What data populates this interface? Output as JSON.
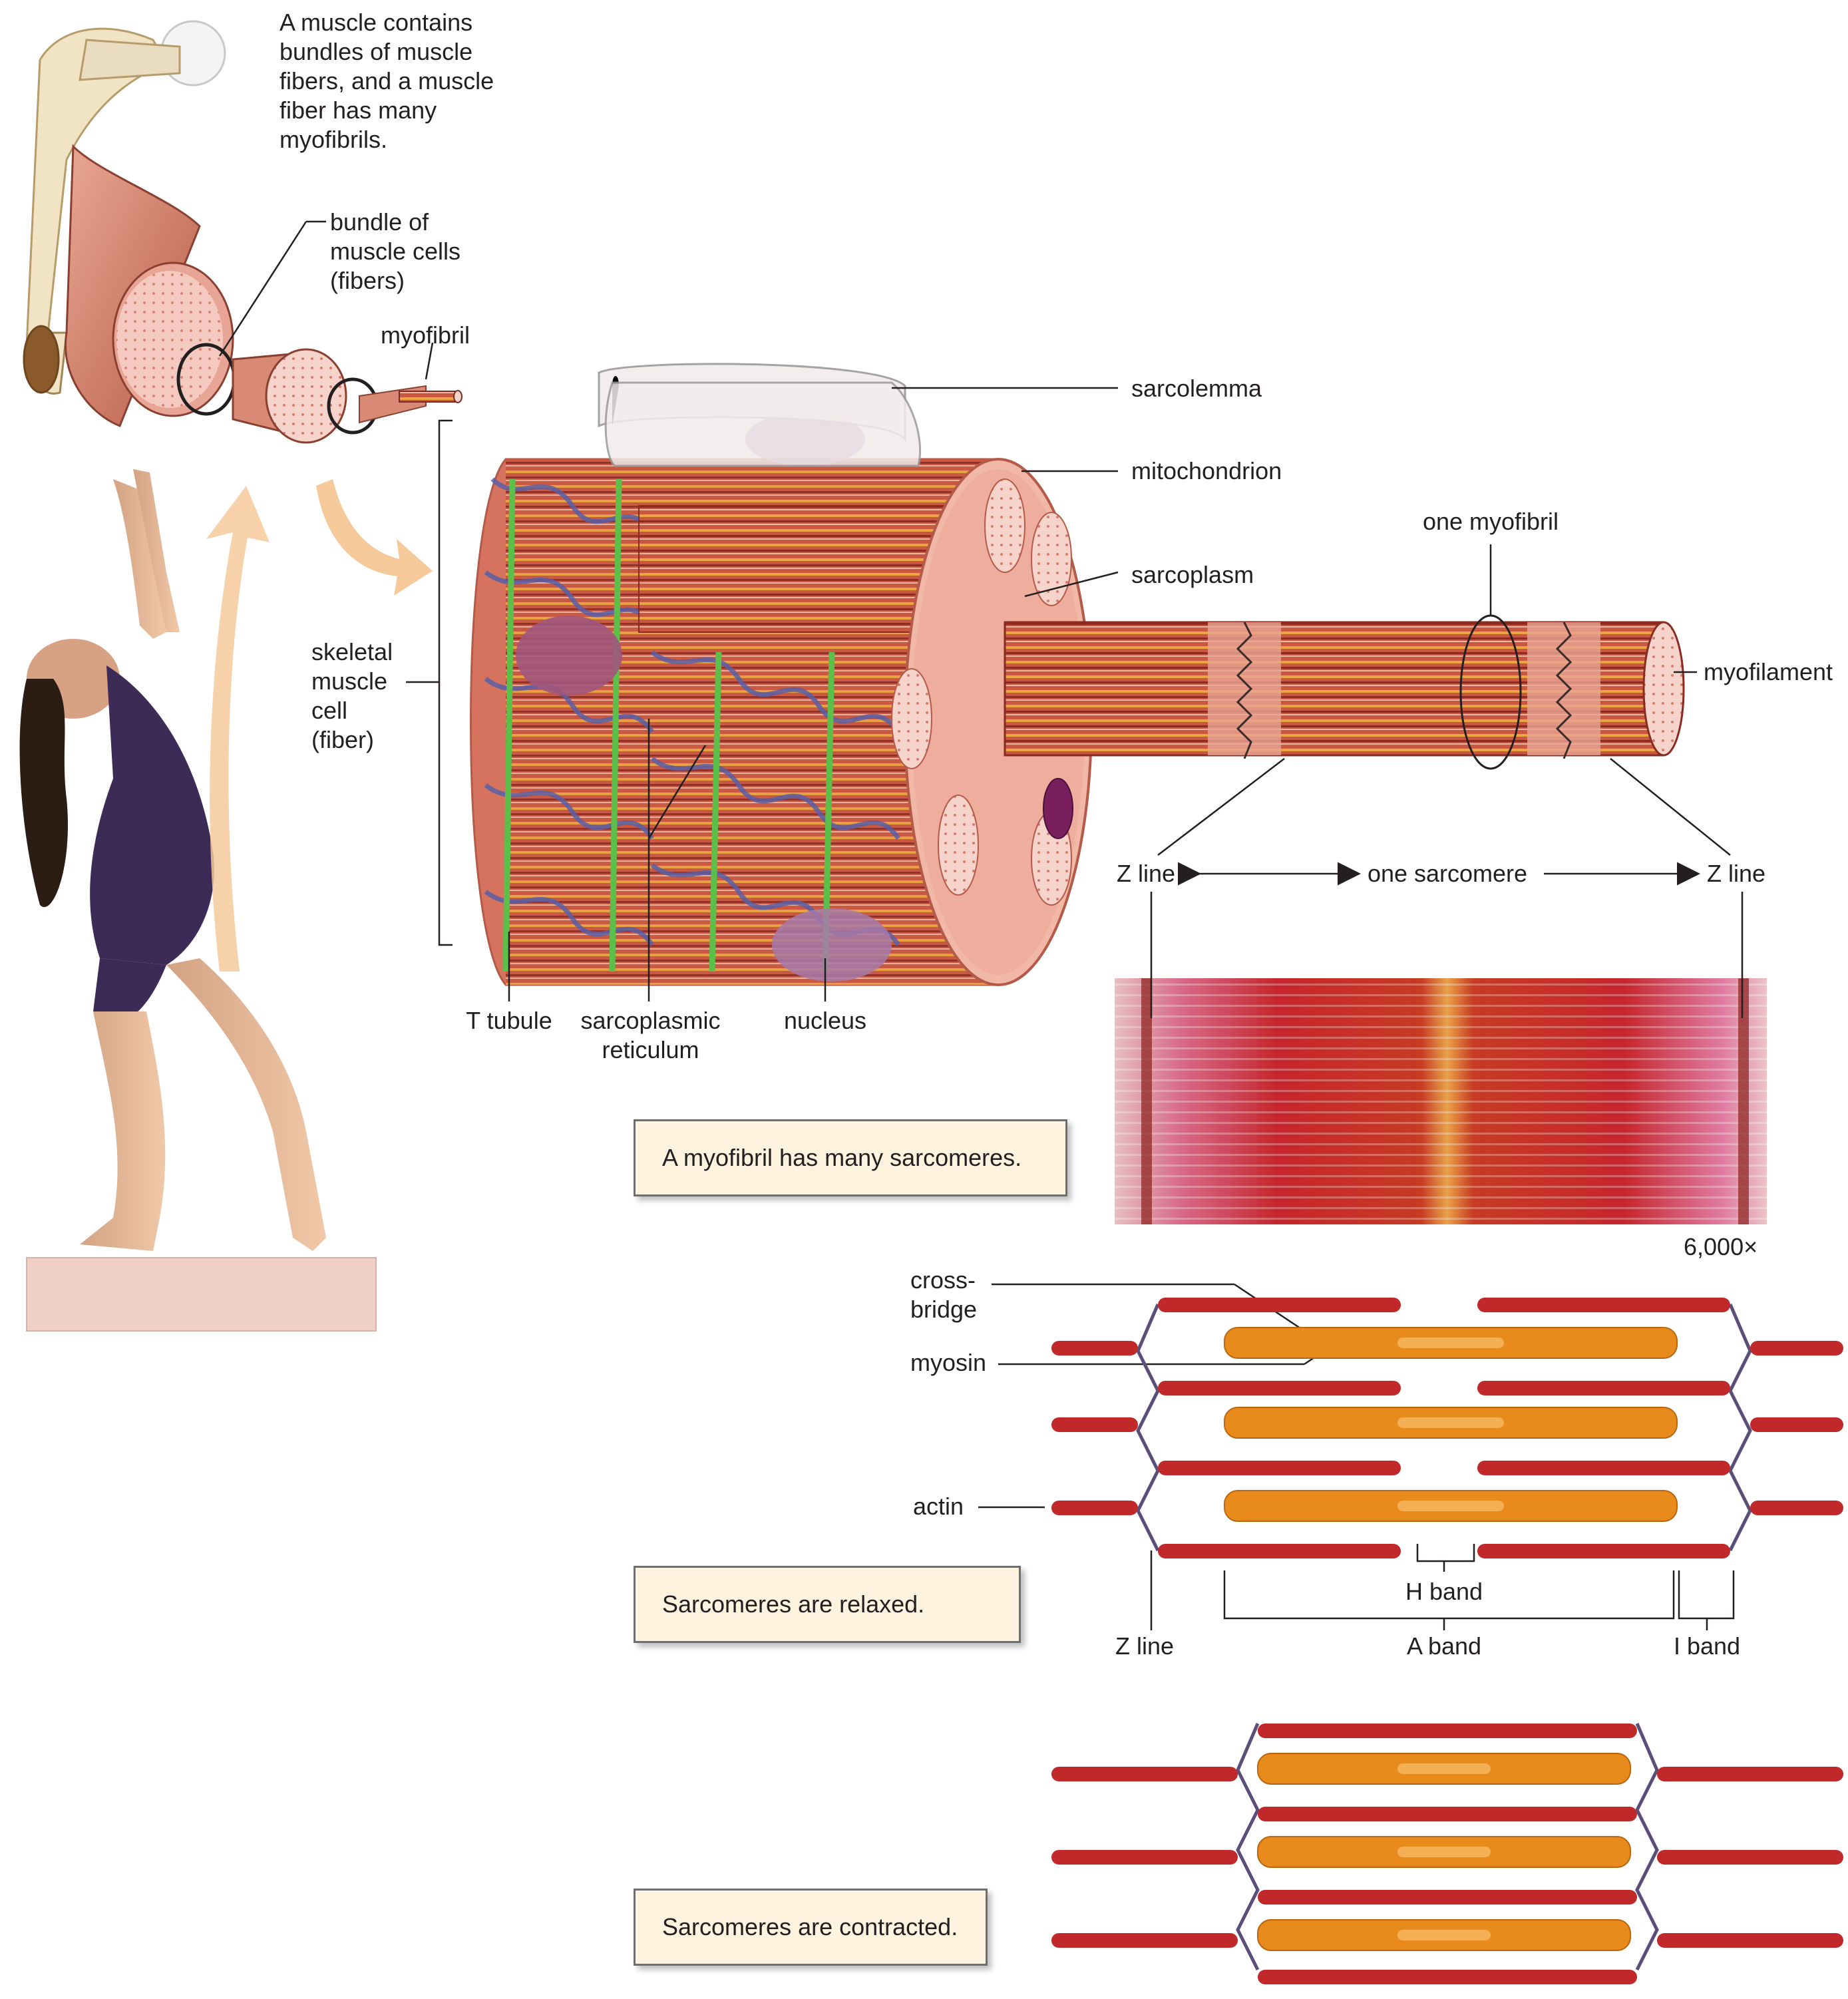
{
  "intro_text": "A muscle contains\nbundles of muscle\nfibers, and a muscle\nfiber has many\nmyofibrils.",
  "labels": {
    "bundle": "bundle of\nmuscle cells\n(fibers)",
    "myofibril": "myofibril",
    "sarcolemma": "sarcolemma",
    "mitochondrion": "mitochondrion",
    "one_myofibril": "one myofibril",
    "sarcoplasm": "sarcoplasm",
    "myofilament": "myofilament",
    "skeletal_cell": "skeletal\nmuscle\ncell\n(fiber)",
    "z_line_left": "Z line",
    "one_sarcomere": "one sarcomere",
    "z_line_right": "Z line",
    "t_tubule": "T tubule",
    "sarcoplasmic_reticulum": "sarcoplasmic\nreticulum",
    "nucleus": "nucleus",
    "magnification": "6,000×",
    "cross_bridge": "cross-\nbridge",
    "myosin": "myosin",
    "actin": "actin",
    "h_band": "H band",
    "z_line_bottom": "Z line",
    "a_band": "A band",
    "i_band": "I band"
  },
  "boxes": {
    "many_sarcomeres": "A myofibril has many sarcomeres.",
    "relaxed": "Sarcomeres are relaxed.",
    "contracted": "Sarcomeres are contracted."
  },
  "colors": {
    "muscle": "#c8705f",
    "muscle_light": "#f2c2b5",
    "actin": "#c0282a",
    "myosin": "#e98a1c",
    "z_disc": "#5b4f7a",
    "reticulum": "#5a5fa6",
    "t_tubule": "#5bbf4a",
    "leotard": "#3d2b57",
    "arrow": "#f6c99a",
    "box_fill": "#fdf3df"
  }
}
